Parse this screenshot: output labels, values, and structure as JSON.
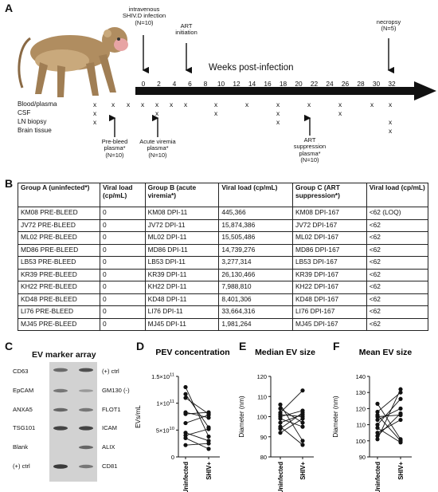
{
  "panels": {
    "a": "A",
    "b": "B",
    "c": "C",
    "d": "D",
    "e": "E",
    "f": "F"
  },
  "timeline": {
    "axis_title": "Weeks post-infection",
    "ticks": [
      "0",
      "2",
      "4",
      "6",
      "8",
      "10",
      "12",
      "14",
      "16",
      "18",
      "20",
      "22",
      "24",
      "26",
      "28",
      "30",
      "32"
    ],
    "row_labels": [
      "Blood/plasma",
      "CSF",
      "LN biopsy",
      "Brain tissue"
    ],
    "marks": [
      [
        "x",
        "x",
        "x",
        "x",
        "x",
        "x",
        "x",
        "x",
        "x",
        "x",
        "x",
        "x",
        "x",
        "x"
      ],
      [
        "x",
        "x",
        "x",
        "x",
        "x"
      ],
      [
        "x",
        "x",
        "x"
      ],
      [
        "x"
      ]
    ],
    "top_annotations": [
      {
        "lines": [
          "intravenous",
          "SHIV.D infection",
          "(N=10)"
        ]
      },
      {
        "lines": [
          "ART",
          "initiation"
        ]
      },
      {
        "lines": [
          "necropsy",
          "(N=5)"
        ]
      }
    ],
    "bottom_annotations": [
      {
        "lines": [
          "Pre-bleed",
          "plasma*",
          "(N=10)"
        ]
      },
      {
        "lines": [
          "Acute viremia",
          "plasma*",
          "(N=10)"
        ]
      },
      {
        "lines": [
          "ART",
          "suppression",
          "plasma*",
          "(N=10)"
        ]
      }
    ]
  },
  "table": {
    "headers": [
      "Group A (uninfected*)",
      "Viral load (cp/mL)",
      "Group B (acute viremia*)",
      "Viral load (cp/mL)",
      "Group C (ART suppression*)",
      "Viral load (cp/mL)"
    ],
    "rows": [
      [
        "KM08 PRE-BLEED",
        "0",
        "KM08 DPI-11",
        "445,366",
        "KM08 DPI-167",
        "<62 (LOQ)"
      ],
      [
        "JV72 PRE-BLEED",
        "0",
        "JV72 DPI-11",
        "15,874,386",
        "JV72 DPI-167",
        "<62"
      ],
      [
        "ML02 PRE-BLEED",
        "0",
        "ML02 DPI-11",
        "15,505,486",
        "ML02 DPI-167",
        "<62"
      ],
      [
        "MD86 PRE-BLEED",
        "0",
        "MD86 DPI-11",
        "14,739,276",
        "MD86 DPI-167",
        "<62"
      ],
      [
        "LB53 PRE-BLEED",
        "0",
        "LB53 DPI-11",
        "3,277,314",
        "LB53 DPI-167",
        "<62"
      ],
      [
        "KR39 PRE-BLEED",
        "0",
        "KR39 DPI-11",
        "26,130,466",
        "KR39 DPI-167",
        "<62"
      ],
      [
        "KH22 PRE-BLEED",
        "0",
        "KH22 DPI-11",
        "7,988,810",
        "KH22 DPI-167",
        "<62"
      ],
      [
        "KD48 PRE-BLEED",
        "0",
        "KD48 DPI-11",
        "8,401,306",
        "KD48 DPI-167",
        "<62"
      ],
      [
        "LI76 PRE-BLEED",
        "0",
        "LI76 DPI-11",
        "33,664,316",
        "LI76 DPI-167",
        "<62"
      ],
      [
        "MJ45 PRE-BLEED",
        "0",
        "MJ45 DPI-11",
        "1,981,264",
        "MJ45 DPI-167",
        "<62"
      ]
    ]
  },
  "ev_array": {
    "title": "EV marker array",
    "left_labels": [
      "CD63",
      "EpCAM",
      "ANXA5",
      "TSG101",
      "Blank",
      "(+) ctrl"
    ],
    "right_labels": [
      "(+) ctrl",
      "GM130 (-)",
      "FLOT1",
      "ICAM",
      "ALIX",
      "CD81"
    ]
  },
  "colors": {
    "axis": "#111111",
    "point": "#111111",
    "membrane": "#cfcfcf",
    "spot": "#4a4a4a"
  },
  "chart_data": [
    {
      "type": "scatter",
      "title": "PEV concentration",
      "ylabel": "EVs/mL",
      "categories": [
        "Uninfected",
        "SHIV+"
      ],
      "ylim": [
        0,
        150000000000
      ],
      "yticks": [
        0,
        50000000000,
        100000000000,
        150000000000
      ],
      "ytick_labels": [
        "0",
        "5×10",
        "1×10",
        "1.5×10"
      ],
      "ytick_exponents": [
        "",
        "10",
        "11",
        "11"
      ],
      "pairs": [
        [
          130000000000,
          38000000000
        ],
        [
          117000000000,
          55000000000
        ],
        [
          110000000000,
          80000000000
        ],
        [
          83000000000,
          73000000000
        ],
        [
          80000000000,
          83000000000
        ],
        [
          63000000000,
          78000000000
        ],
        [
          45000000000,
          30000000000
        ],
        [
          40000000000,
          52000000000
        ],
        [
          35000000000,
          15000000000
        ],
        [
          22000000000,
          25000000000
        ]
      ]
    },
    {
      "type": "scatter",
      "title": "Median EV size",
      "ylabel": "Diameter (nm)",
      "categories": [
        "Uninfected",
        "SHIV+"
      ],
      "ylim": [
        80,
        120
      ],
      "yticks": [
        80,
        90,
        100,
        110,
        120
      ],
      "ytick_labels": [
        "80",
        "90",
        "100",
        "110",
        "120"
      ],
      "pairs": [
        [
          106,
          88
        ],
        [
          104,
          97
        ],
        [
          102,
          113
        ],
        [
          101,
          100
        ],
        [
          100,
          103
        ],
        [
          99,
          95
        ],
        [
          97,
          101
        ],
        [
          95,
          86
        ],
        [
          94,
          102
        ],
        [
          92,
          99
        ]
      ]
    },
    {
      "type": "scatter",
      "title": "Mean  EV size",
      "ylabel": "Diameter (nm)",
      "categories": [
        "Uninfected",
        "SHIV+"
      ],
      "ylim": [
        90,
        140
      ],
      "yticks": [
        90,
        100,
        110,
        120,
        130,
        140
      ],
      "ytick_labels": [
        "90",
        "100",
        "110",
        "120",
        "130",
        "140"
      ],
      "pairs": [
        [
          123,
          101
        ],
        [
          118,
          130
        ],
        [
          116,
          100
        ],
        [
          115,
          116
        ],
        [
          113,
          120
        ],
        [
          110,
          126
        ],
        [
          108,
          99
        ],
        [
          105,
          113
        ],
        [
          103,
          117
        ],
        [
          101,
          132
        ]
      ]
    }
  ]
}
